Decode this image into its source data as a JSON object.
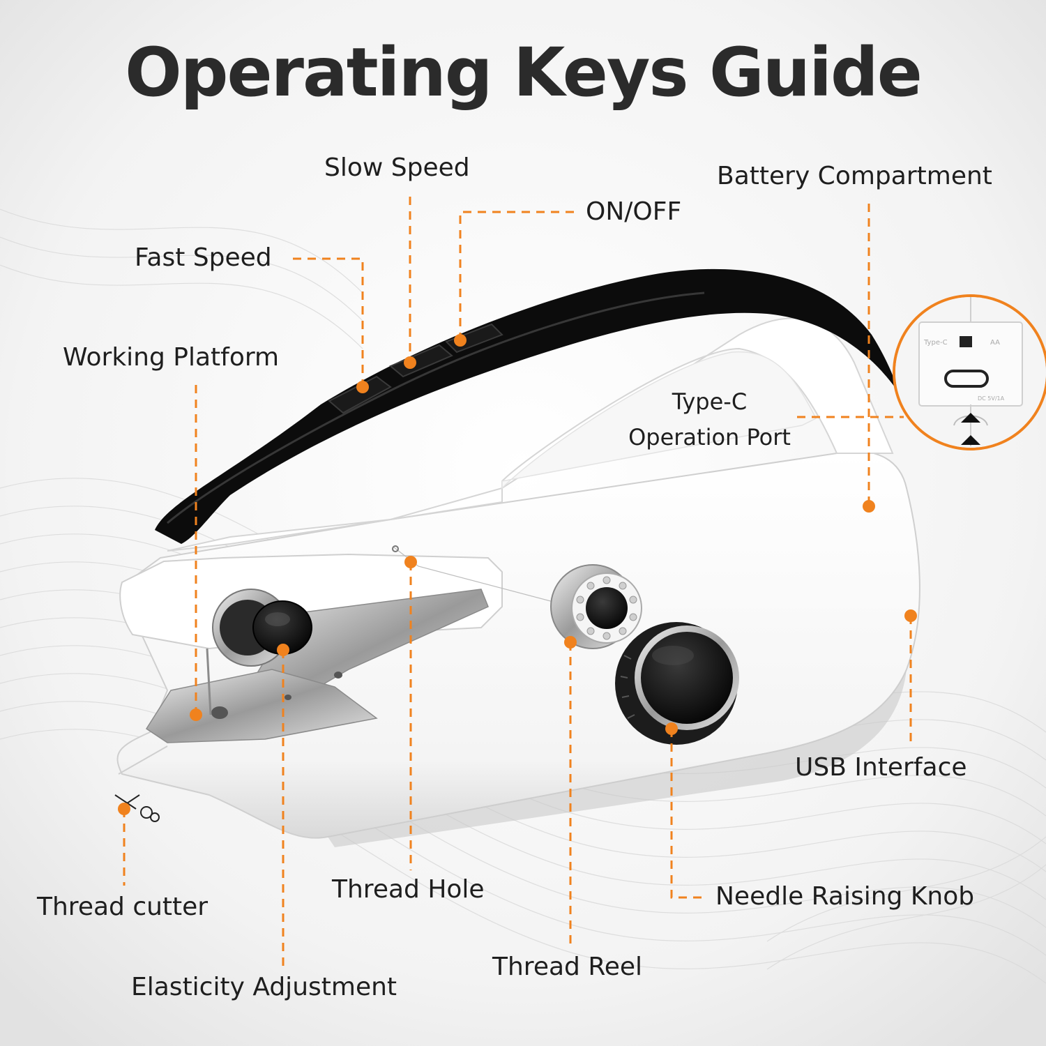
{
  "title": "Operating Keys Guide",
  "accent_color": "#f0821e",
  "labels": {
    "slow_speed": "Slow Speed",
    "on_off": "ON/OFF",
    "battery_compartment": "Battery Compartment",
    "fast_speed": "Fast Speed",
    "working_platform": "Working Platform",
    "type_c_line1": "Type-C",
    "type_c_line2": "Operation Port",
    "usb_interface": "USB Interface",
    "thread_hole": "Thread Hole",
    "needle_raising_knob": "Needle Raising Knob",
    "thread_cutter": "Thread cutter",
    "thread_reel": "Thread Reel",
    "elasticity_adjustment": "Elasticity Adjustment"
  },
  "inset": {
    "port_label": "Type-C",
    "battery_label": "AA",
    "rating": "DC 5V/1A"
  }
}
